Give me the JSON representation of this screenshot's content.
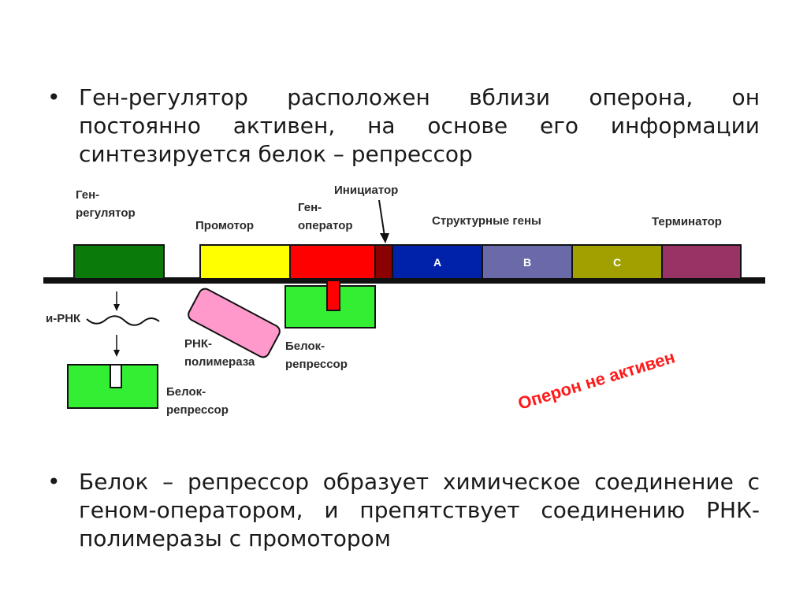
{
  "bullets": [
    {
      "marker": "•",
      "text": "Ген-регулятор расположен вблизи оперона, он постоянно активен, на основе его информации синтезируется белок – репрессор"
    },
    {
      "marker": "•",
      "text": "Белок – репрессор образует химическое соединение с геном-оператором, и препятствует соединению РНК-полимеразы с промотором"
    }
  ],
  "diagram": {
    "labels": {
      "gene_regulator": [
        "Ген-",
        "регулятор"
      ],
      "promoter": "Промотор",
      "gene_operator": [
        "Ген-",
        "оператор"
      ],
      "initiator": "Инициатор",
      "structural_genes": "Структурные гены",
      "terminator": "Терминатор",
      "mrna": "и-РНК",
      "rna_polymerase": [
        "РНК-",
        "полимераза"
      ],
      "repressor_bound": [
        "Белок-",
        "репрессор"
      ],
      "repressor_free": [
        "Белок-",
        "репрессор"
      ],
      "gene_a": "A",
      "gene_b": "B",
      "gene_c": "C",
      "status": "Оперон не активен"
    },
    "colors": {
      "gene_regulator": "#0a7a0a",
      "promoter": "#ffff00",
      "gene_operator": "#ff0000",
      "initiator": "#8b0000",
      "gene_a": "#0022aa",
      "gene_b": "#6a6aa8",
      "gene_c": "#a0a000",
      "terminator": "#993366",
      "repressor": "#33ee33",
      "rna_polymerase": "#ff99cc",
      "status": "#ff1a1a"
    }
  }
}
